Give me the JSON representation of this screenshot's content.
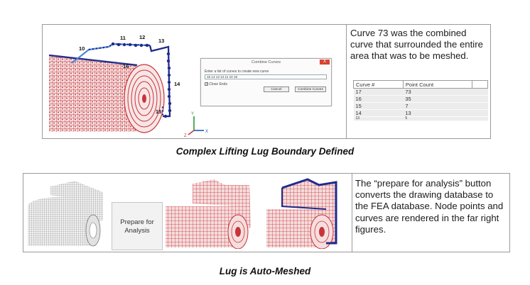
{
  "top_section": {
    "caption": "Complex Lifting Lug Boundary Defined",
    "curve_labels": [
      "10",
      "11",
      "12",
      "13",
      "14",
      "15",
      "16"
    ],
    "axis_labels": {
      "x": "X",
      "y": "Y",
      "z": "Z"
    },
    "description": "Curve 73 was the combined curve that surrounded the entire area that was to be meshed.",
    "dialog": {
      "title": "Combine Curves",
      "close_label": "X",
      "prompt": "Enter a list of curves to create new curve",
      "input_value": "15 14 13 12 11 10 16",
      "checkbox_label": "Close Ends",
      "checkbox_mark": "✓",
      "cancel_label": "Cancel",
      "combine_label": "Combine Curves"
    },
    "table": {
      "headers": [
        "Curve #",
        "Point Count"
      ],
      "rows": [
        [
          "17",
          "73"
        ],
        [
          "16",
          "35"
        ],
        [
          "15",
          "7"
        ],
        [
          "14",
          "13"
        ],
        [
          "13",
          "5"
        ]
      ]
    }
  },
  "bottom_section": {
    "caption": "Lug is Auto-Meshed",
    "button_label_line1": "Prepare for",
    "button_label_line2": "Analysis",
    "description": "The “prepare for analysis” button converts the drawing database to the FEA database. Node points and curves are rendered in the far right figures."
  },
  "colors": {
    "mesh_red": "#c8343a",
    "curve_blue": "#1f2a8c",
    "outline_blue": "#4a86d8",
    "mesh_gray": "#8a8a8a"
  }
}
